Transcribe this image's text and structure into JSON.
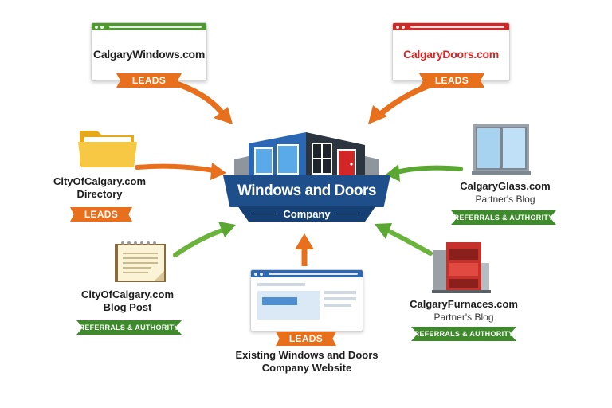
{
  "center": {
    "title": "Windows and Doors",
    "subtitle": "Company"
  },
  "nodes": {
    "calgary_windows": {
      "site": "CalgaryWindows.com",
      "badge": "LEADS"
    },
    "calgary_doors": {
      "site": "CalgaryDoors.com",
      "badge": "LEADS"
    },
    "city_directory": {
      "title": "CityOfCalgary.com",
      "subtitle": "Directory",
      "badge": "LEADS"
    },
    "calgary_glass": {
      "title": "CalgaryGlass.com",
      "subtitle": "Partner's Blog",
      "badge": "REFERRALS & AUTHORITY"
    },
    "city_blog": {
      "title": "CityOfCalgary.com",
      "subtitle": "Blog Post",
      "badge": "REFERRALS & AUTHORITY"
    },
    "calgary_furnaces": {
      "title": "CalgaryFurnaces.com",
      "subtitle": "Partner's Blog",
      "badge": "REFERRALS & AUTHORITY"
    },
    "existing_site": {
      "badge": "LEADS",
      "caption_line1": "Existing Windows and Doors",
      "caption_line2": "Company Website"
    }
  },
  "colors": {
    "lead_arrow": "#e8701c",
    "referral_arrow": "#5aa832",
    "brand_blue": "#1f4f8a",
    "windows_green": "#4f9a2e",
    "doors_red": "#d32626"
  }
}
